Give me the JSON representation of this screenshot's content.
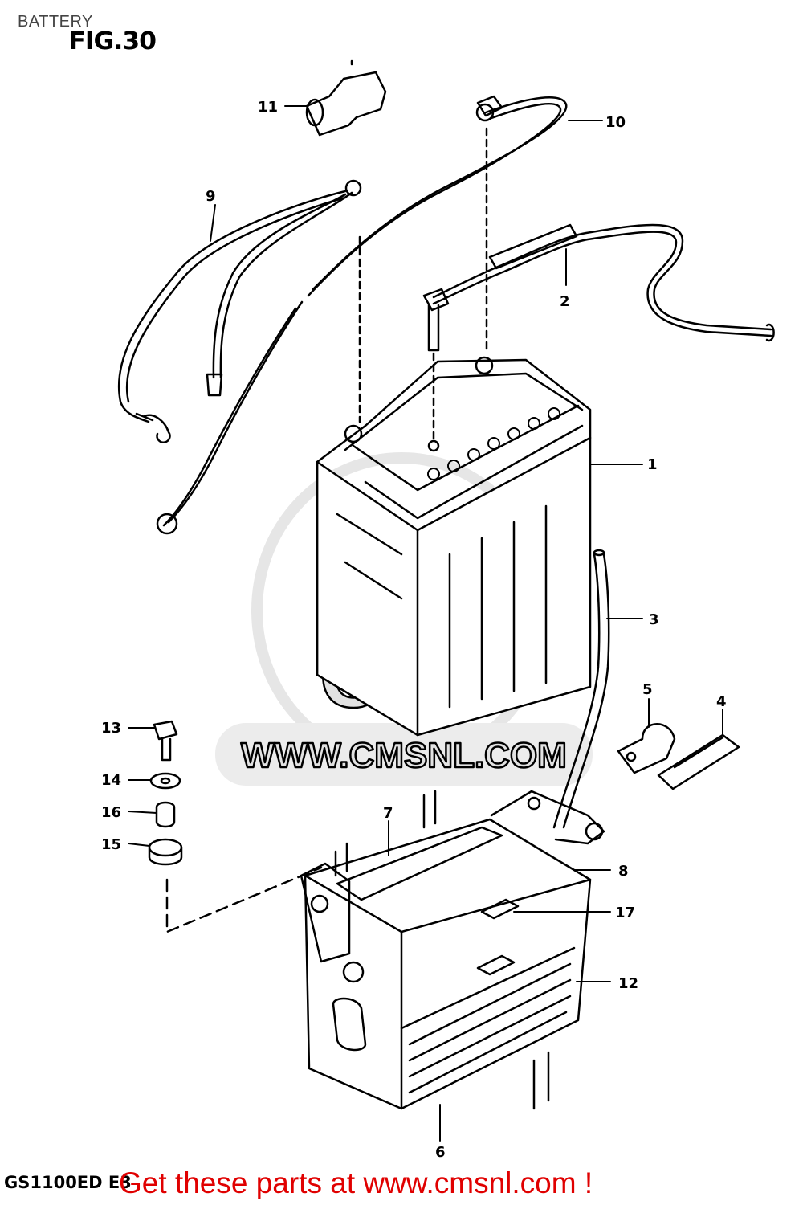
{
  "header": {
    "title": "BATTERY",
    "figure": "FIG.30"
  },
  "footer": {
    "model": "GS1100ED E3",
    "call_to_action": "Get these parts at www.cmsnl.com !"
  },
  "watermark": {
    "url": "WWW.CMSNL.COM",
    "logo": "CMS"
  },
  "callouts": [
    {
      "id": "1",
      "label": "1"
    },
    {
      "id": "2",
      "label": "2"
    },
    {
      "id": "3",
      "label": "3"
    },
    {
      "id": "4",
      "label": "4"
    },
    {
      "id": "5",
      "label": "5"
    },
    {
      "id": "6",
      "label": "6"
    },
    {
      "id": "7",
      "label": "7"
    },
    {
      "id": "8",
      "label": "8"
    },
    {
      "id": "9",
      "label": "9"
    },
    {
      "id": "10",
      "label": "10"
    },
    {
      "id": "11",
      "label": "11"
    },
    {
      "id": "12",
      "label": "12"
    },
    {
      "id": "13",
      "label": "13"
    },
    {
      "id": "14",
      "label": "14"
    },
    {
      "id": "15",
      "label": "15"
    },
    {
      "id": "16",
      "label": "16"
    },
    {
      "id": "17",
      "label": "17"
    }
  ],
  "colors": {
    "line": "#000000",
    "cta": "#e00000",
    "watermark": "#e2e2e2"
  }
}
